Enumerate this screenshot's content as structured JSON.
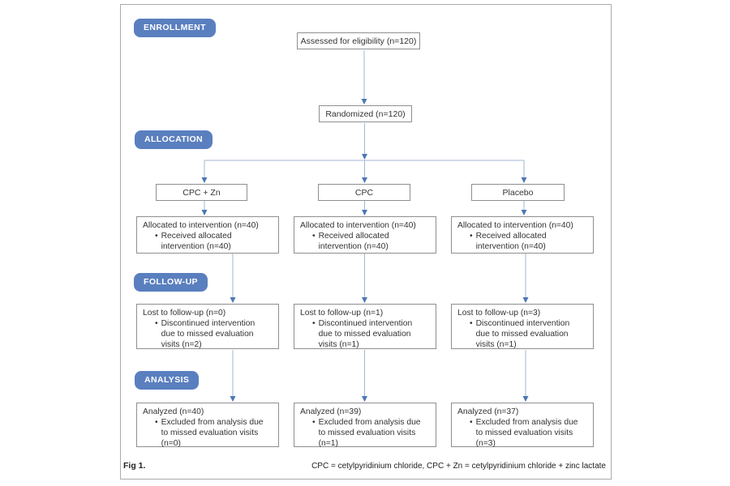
{
  "stage_labels": {
    "enrollment": "ENROLLMENT",
    "allocation": "ALLOCATION",
    "followup": "FOLLOW-UP",
    "analysis": "ANALYSIS"
  },
  "enrollment": {
    "assessed": "Assessed for eligibility (n=120)",
    "randomized": "Randomized (n=120)"
  },
  "arms": [
    {
      "name": "CPC + Zn",
      "allocation": {
        "title": "Allocated to intervention (n=40)",
        "bullet_lines": [
          "Received allocated",
          "intervention (n=40)"
        ]
      },
      "followup": {
        "title": "Lost to follow-up (n=0)",
        "bullet_lines": [
          "Discontinued intervention",
          "due to missed evaluation",
          "visits (n=2)"
        ]
      },
      "analysis": {
        "title": "Analyzed (n=40)",
        "bullet_lines": [
          "Excluded from analysis due",
          "to missed evaluation visits",
          "(n=0)"
        ]
      }
    },
    {
      "name": "CPC",
      "allocation": {
        "title": "Allocated to intervention (n=40)",
        "bullet_lines": [
          "Received allocated",
          "intervention (n=40)"
        ]
      },
      "followup": {
        "title": "Lost to follow-up (n=1)",
        "bullet_lines": [
          "Discontinued intervention",
          "due to missed evaluation",
          "visits (n=1)"
        ]
      },
      "analysis": {
        "title": "Analyzed (n=39)",
        "bullet_lines": [
          "Excluded from analysis due",
          "to missed evaluation visits",
          "(n=1)"
        ]
      }
    },
    {
      "name": "Placebo",
      "allocation": {
        "title": "Allocated to intervention (n=40)",
        "bullet_lines": [
          "Received allocated",
          "intervention (n=40)"
        ]
      },
      "followup": {
        "title": "Lost to follow-up (n=3)",
        "bullet_lines": [
          "Discontinued intervention",
          "due to missed evaluation",
          "visits (n=1)"
        ]
      },
      "analysis": {
        "title": "Analyzed (n=37)",
        "bullet_lines": [
          "Excluded from analysis due",
          "to missed evaluation visits",
          "(n=3)"
        ]
      }
    }
  ],
  "caption": {
    "fig_label": "Fig 1.",
    "footnote": "CPC = cetylpyridinium chloride, CPC + Zn = cetylpyridinium chloride + zinc lactate"
  },
  "glyphs": {
    "bullet": "•"
  },
  "theme": {
    "badge_color": "#5a7fbf",
    "arrow_color": "#a3b6d6",
    "arrowhead_color": "#4d77b3",
    "box_border": "#8f8f8f",
    "frame_border": "#ababab",
    "text_color": "#333333"
  }
}
